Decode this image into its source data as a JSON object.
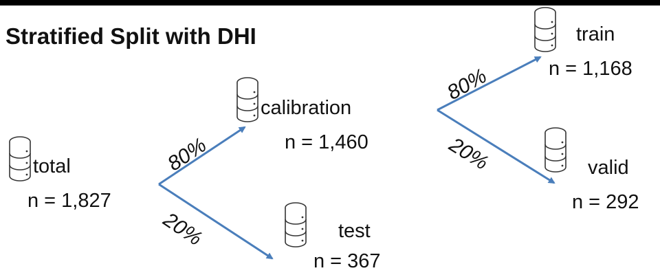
{
  "title": "Stratified Split with DHI",
  "colors": {
    "arrow": "#4a7ebb",
    "icon_stroke": "#333333"
  },
  "icon_name": "database-icon",
  "nodes": {
    "total": {
      "label": "total",
      "count": "n = 1,827"
    },
    "calibration": {
      "label": "calibration",
      "count": "n = 1,460"
    },
    "test": {
      "label": "test",
      "count": "n = 367"
    },
    "train": {
      "label": "train",
      "count": "n = 1,168"
    },
    "valid": {
      "label": "valid",
      "count": "n = 292"
    }
  },
  "splits": {
    "total_to_calibration": "80%",
    "total_to_test": "20%",
    "calibration_to_train": "80%",
    "calibration_to_valid": "20%"
  }
}
